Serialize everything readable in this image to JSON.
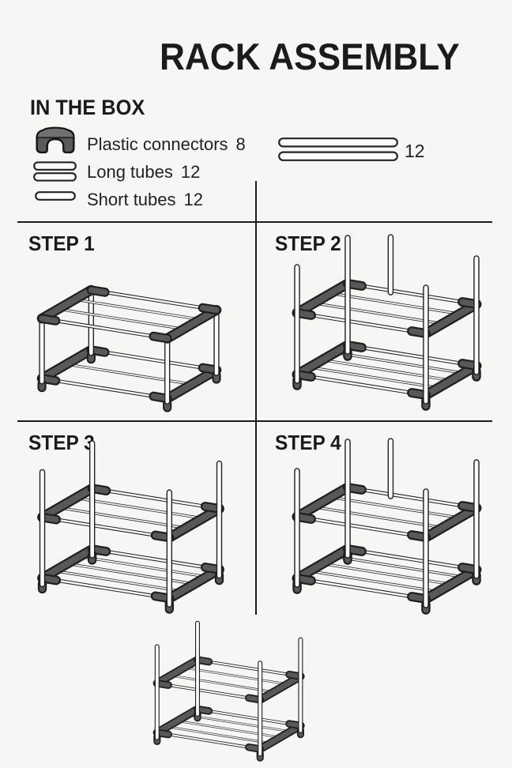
{
  "title": "RACK ASSEMBLY",
  "in_the_box": {
    "heading": "IN THE BOX",
    "items": [
      {
        "label": "Plastic connectors",
        "count": "8",
        "icon": "plastic-connector-icon"
      },
      {
        "label": "Long tubes",
        "count": "12",
        "icon": "long-tubes-icon"
      },
      {
        "label": "Short tubes",
        "count": "12",
        "icon": "short-tube-icon"
      }
    ],
    "loose_tubes_count": "12"
  },
  "steps": [
    {
      "label": "STEP 1",
      "illustration": {
        "tiers": 1,
        "posts_up": false,
        "floating_tube": false
      }
    },
    {
      "label": "STEP 2",
      "illustration": {
        "tiers": 2,
        "posts_up": true,
        "floating_tube": true
      }
    },
    {
      "label": "STEP 3",
      "illustration": {
        "tiers": 2,
        "posts_up": true,
        "floating_tube": false
      }
    },
    {
      "label": "STEP 4",
      "illustration": {
        "tiers": 2,
        "posts_up": true,
        "floating_tube": true
      }
    }
  ],
  "final_illustration": {
    "tiers": 2,
    "posts_up": true,
    "floating_tube": false
  },
  "colors": {
    "background": "#f7f6f4",
    "ink": "#1f1f1f",
    "thin_tube_outline": "#2c2c2c",
    "connector_fill": "#58585a",
    "connector_top": "#6f6f71",
    "tube_fill": "#fbfaf9"
  }
}
